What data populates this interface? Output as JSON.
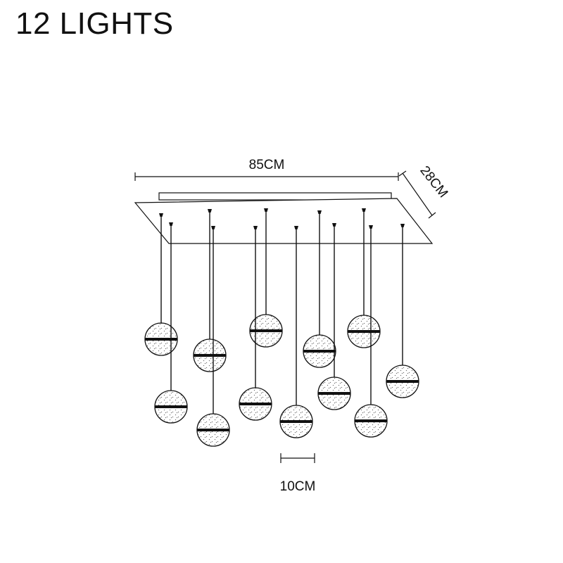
{
  "title": "12 LIGHTS",
  "dimensions": {
    "width_label": "85CM",
    "depth_label": "28CM",
    "globe_label": "10CM"
  },
  "lights": [
    {
      "id": 1
    },
    {
      "id": 2
    },
    {
      "id": 3
    },
    {
      "id": 4
    },
    {
      "id": 5
    },
    {
      "id": 6
    },
    {
      "id": 7
    },
    {
      "id": 8
    },
    {
      "id": 9
    },
    {
      "id": 10
    },
    {
      "id": 11
    },
    {
      "id": 12
    }
  ],
  "colors": {
    "line": "#111111",
    "globe_fill": "#ffffff"
  }
}
